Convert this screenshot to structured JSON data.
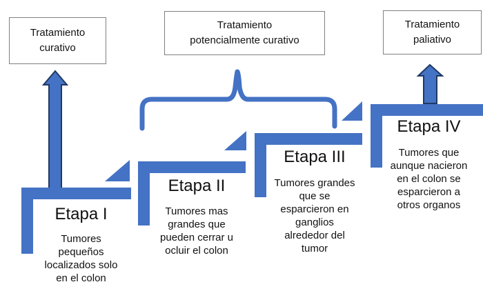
{
  "diagram": {
    "treatments": [
      {
        "label_lines": [
          "Tratamiento",
          "curativo"
        ]
      },
      {
        "label_lines": [
          "Tratamiento",
          "potencialmente curativo"
        ]
      },
      {
        "label_lines": [
          "Tratamiento",
          "paliativo"
        ]
      }
    ],
    "stages": [
      {
        "title": "Etapa I",
        "description_lines": [
          "Tumores",
          "pequeños",
          "localizados solo",
          "en el colon"
        ]
      },
      {
        "title": "Etapa II",
        "description_lines": [
          "Tumores mas",
          "grandes que",
          "pueden cerrar u",
          "ocluir el colon"
        ]
      },
      {
        "title": "Etapa III",
        "description_lines": [
          "Tumores grandes",
          "que se",
          "esparcieron en",
          "ganglios",
          "alrededor del",
          "tumor"
        ]
      },
      {
        "title": "Etapa IV",
        "description_lines": [
          "Tumores que",
          "aunque nacieron",
          "en el colon se",
          "esparcieron a",
          "otros organos"
        ]
      }
    ]
  },
  "colors": {
    "shape_blue": "#4472C4",
    "arrow_outline": "#1F3864",
    "box_border": "#7F7F7F",
    "text_color": "#111111"
  }
}
